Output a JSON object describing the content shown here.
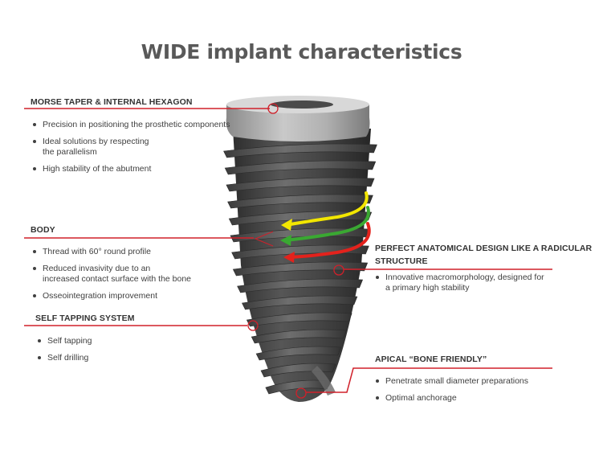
{
  "title": "WIDE implant characteristics",
  "colors": {
    "accent_line": "#d0202a",
    "arrow_yellow": "#f2e600",
    "arrow_green": "#3aa832",
    "arrow_red": "#e3221c",
    "implant_dark": "#3a3a3a",
    "implant_collar": "#b5b5b5"
  },
  "sections": {
    "morse": {
      "heading": "MORSE TAPER & INTERNAL HEXAGON",
      "bullets": [
        "Precision in positioning the prosthetic components",
        "Ideal solutions by respecting\nthe parallelism",
        "High stability of the abutment"
      ]
    },
    "body": {
      "heading": "BODY",
      "bullets": [
        "Thread with 60° round profile",
        "Reduced invasivity due to an\nincreased contact surface with the bone",
        "Osseointegration improvement"
      ]
    },
    "self_tapping": {
      "heading": "SELF TAPPING SYSTEM",
      "bullets": [
        "Self tapping",
        "Self drilling"
      ]
    },
    "anatomical": {
      "heading": "PERFECT ANATOMICAL DESIGN LIKE A RADICULAR\nSTRUCTURE",
      "bullets": [
        "Innovative macromorphology, designed for\na primary high stability"
      ]
    },
    "apical": {
      "heading": "APICAL “BONE FRIENDLY”",
      "bullets": [
        "Penetrate small diameter preparations",
        "Optimal anchorage"
      ]
    }
  }
}
